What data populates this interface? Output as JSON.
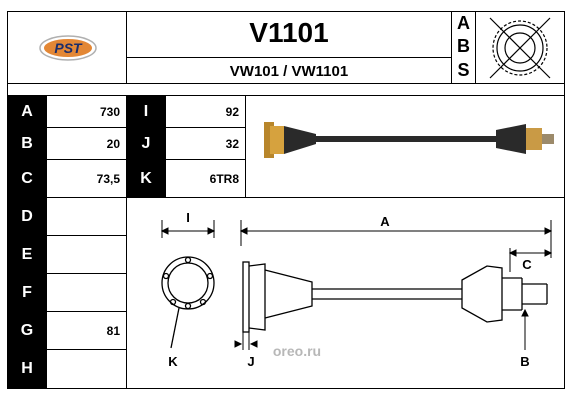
{
  "brand": {
    "logo_text": "PST"
  },
  "header": {
    "part_number": "V1101",
    "application": "VW101 / VW1101"
  },
  "abs_column": [
    "A",
    "B",
    "S"
  ],
  "spec_rows_left": [
    {
      "key": "A",
      "value": "730"
    },
    {
      "key": "B",
      "value": "20"
    },
    {
      "key": "C",
      "value": "73,5"
    },
    {
      "key": "D",
      "value": ""
    },
    {
      "key": "E",
      "value": ""
    },
    {
      "key": "F",
      "value": ""
    },
    {
      "key": "G",
      "value": "81"
    },
    {
      "key": "H",
      "value": ""
    }
  ],
  "spec_rows_right": [
    {
      "key": "I",
      "value": "92"
    },
    {
      "key": "J",
      "value": "32"
    },
    {
      "key": "K",
      "value": "6TR8"
    }
  ],
  "diagram_labels": {
    "a": "A",
    "b": "B",
    "c": "C",
    "i": "I",
    "j": "J",
    "k": "K"
  },
  "watermark": "oreo.ru",
  "colors": {
    "cell_black": "#000000",
    "shaft_gold": "#b8862b",
    "shaft_dark": "#2a2a2a",
    "logo_orange": "#e07a1f"
  }
}
